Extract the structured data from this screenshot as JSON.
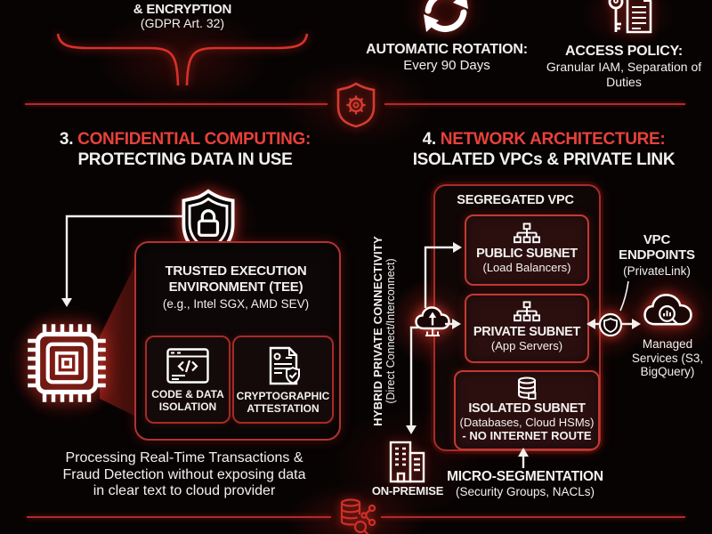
{
  "colors": {
    "accent_red": "#e8413a",
    "line_red": "#b5272b",
    "box_fill": "#2b0f0f",
    "border_red": "#c13a34",
    "white": "#f3f1ef"
  },
  "top_left": {
    "title": "& ENCRYPTION",
    "subtitle": "(GDPR Art. 32)"
  },
  "top_right": {
    "rotation": {
      "icon": "rotation-arrows-icon",
      "title": "AUTOMATIC ROTATION:",
      "subtitle": "Every 90 Days"
    },
    "access": {
      "icon": "key-policy-icon",
      "title": "ACCESS POLICY:",
      "subtitle": "Granular IAM, Separation of Duties"
    }
  },
  "divider_icon": "shield-gear-icon",
  "section3": {
    "number": "3.",
    "title": "CONFIDENTIAL COMPUTING:",
    "subtitle": "PROTECTING DATA IN USE",
    "chip_icon": "cpu-chip-icon",
    "shield_icon": "shield-lock-icon",
    "tee": {
      "title1": "TRUSTED EXECUTION",
      "title2": "ENVIRONMENT (TEE)",
      "subtitle": "(e.g., Intel SGX, AMD SEV)",
      "features": [
        {
          "icon": "code-window-icon",
          "label1": "CODE & DATA",
          "label2": "ISOLATION"
        },
        {
          "icon": "attestation-doc-icon",
          "label1": "CRYPTOGRAPHIC",
          "label2": "ATTESTATION"
        }
      ]
    },
    "caption_lines": [
      "Processing Real-Time Transactions &",
      "Fraud Detection without exposing data",
      "in clear text to cloud provider"
    ]
  },
  "section4": {
    "number": "4.",
    "title": "NETWORK ARCHITECTURE:",
    "subtitle": "ISOLATED VPCs & PRIVATE LINK",
    "vpc": {
      "header": "SEGREGATED VPC",
      "subnets": [
        {
          "icon": "load-balancer-icon",
          "name": "PUBLIC SUBNET",
          "detail": "(Load Balancers)"
        },
        {
          "icon": "app-servers-icon",
          "name": "PRIVATE SUBNET",
          "detail": "(App Servers)"
        },
        {
          "icon": "database-icon",
          "name": "ISOLATED SUBNET",
          "detail": "(Databases, Cloud HSMs)",
          "note": "- NO INTERNET ROUTE"
        }
      ]
    },
    "hybrid_label1": "HYBRID PRIVATE CONNECTIVITY",
    "hybrid_label2": "(Direct Connect/Interconnect)",
    "hybrid_icon": "cloud-connect-icon",
    "on_premise_label": "ON-PREMISE",
    "on_premise_icon": "buildings-icon",
    "micro_segmentation": {
      "title": "MICRO-SEGMENTATION",
      "subtitle": "(Security Groups, NACLs)"
    },
    "endpoints": {
      "line1": "VPC",
      "line2": "ENDPOINTS",
      "line3": "(PrivateLink)",
      "icon": "endpoint-shield-icon"
    },
    "managed_lines": [
      "Managed",
      "Services (S3,",
      "BigQuery)"
    ],
    "managed_icon": "managed-cloud-icon"
  },
  "bottom_icon": "database-network-icon"
}
